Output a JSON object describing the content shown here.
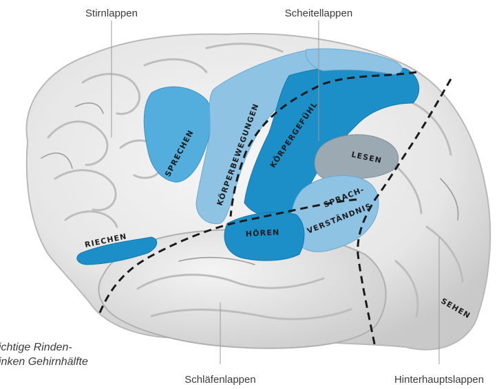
{
  "lobes": {
    "frontal": "Stirnlappen",
    "parietal": "Scheitellappen",
    "temporal": "Schläfenlappen",
    "occipital": "Hinterhauptslappen"
  },
  "regions": {
    "speech": "SPRECHEN",
    "motor": "KÖRPERBEWEGUNGEN",
    "somatosensory": "KÖRPERGEFÜHL",
    "reading": "LESEN",
    "language_line1": "SPRACH-",
    "language_line2": "VERSTÄNDNIS",
    "hearing": "HÖREN",
    "smell": "RIECHEN",
    "vision": "SEHEN"
  },
  "caption": {
    "line1": "ichtige Rinden-",
    "line2": "inken Gehirnhälfte"
  },
  "colors": {
    "brain": "#e9e9e9",
    "brain_shadow": "#cfcfcf",
    "region_light": "#8fc3e4",
    "region_mid": "#54aedd",
    "region_dark": "#1c8fc9",
    "region_gray": "#9aa9b2"
  }
}
